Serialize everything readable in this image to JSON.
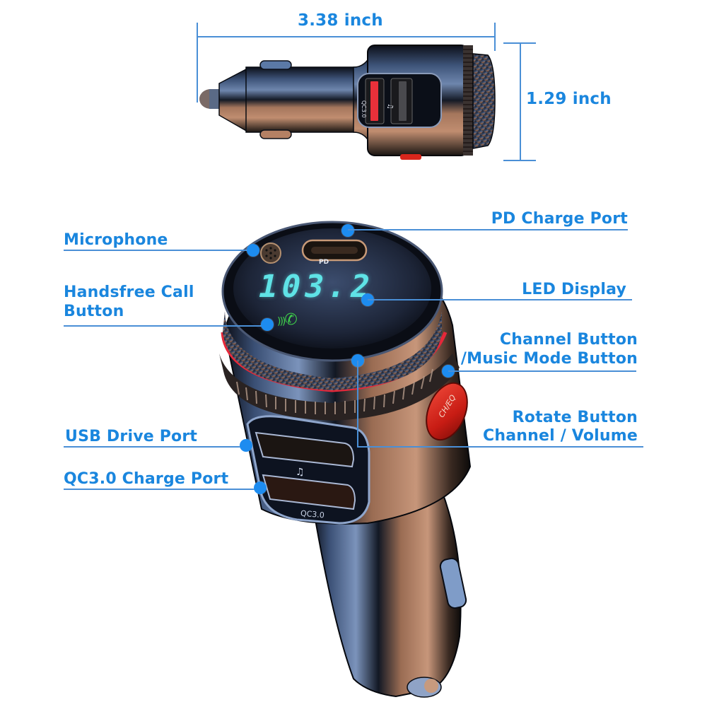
{
  "dimensions": {
    "length": "3.38 inch",
    "height": "1.29 inch"
  },
  "callouts": {
    "microphone": "Microphone",
    "handsfree_line1": "Handsfree Call",
    "handsfree_line2": "Button",
    "usb_drive": "USB Drive Port",
    "qc_port": "QC3.0 Charge Port",
    "pd_port": "PD Charge Port",
    "led_display": "LED Display",
    "channel_line1": "Channel Button",
    "channel_line2": "/Music Mode Button",
    "rotate_line1": "Rotate Button",
    "rotate_line2": "Channel / Volume"
  },
  "device": {
    "led_frequency": "103.2",
    "pd_port_label": "PD",
    "qc_port_label": "QC3.0",
    "side_qc_label": "QC3.0",
    "button_label": "CH/EQ",
    "usb_music_icon": "music-note-icon",
    "call_icon": "phone-call-icon"
  },
  "colors": {
    "accent_blue": "#1a86de",
    "led_cyan": "#5fe3e6",
    "call_green": "#3fd14a",
    "button_red": "#d8261c",
    "body_dark": "#1b2233",
    "copper": "#b07a5c"
  }
}
